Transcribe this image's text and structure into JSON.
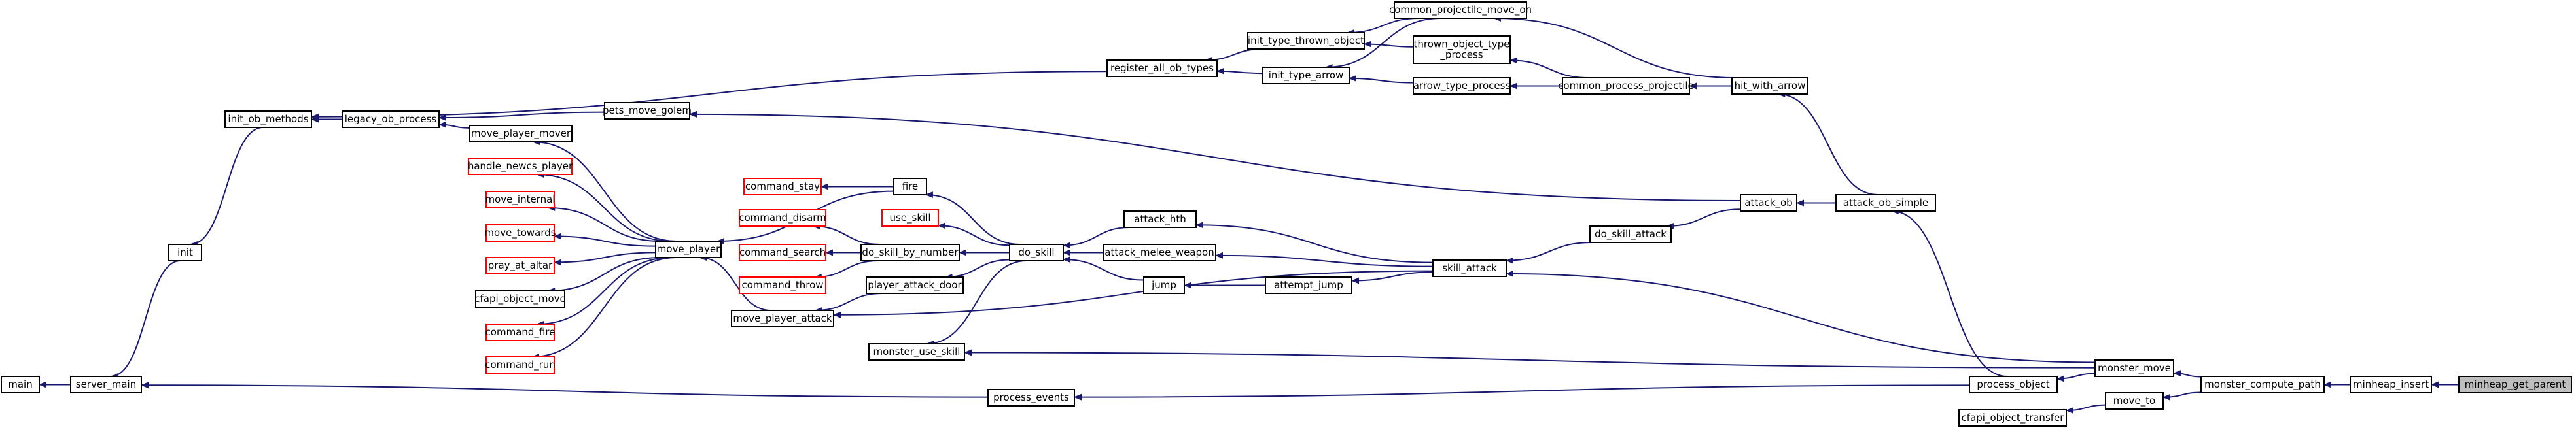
{
  "graph": {
    "colors": {
      "edge": "#191970",
      "box_border": "#000000",
      "external_border": "#ff0000",
      "focus_fill": "#bfbfbf"
    },
    "nodes": [
      {
        "id": "main",
        "label": "main"
      },
      {
        "id": "server_main",
        "label": "server_main"
      },
      {
        "id": "init",
        "label": "init"
      },
      {
        "id": "init_ob_methods",
        "label": "init_ob_methods"
      },
      {
        "id": "legacy_ob_process",
        "label": "legacy_ob_process"
      },
      {
        "id": "register_all_ob_types",
        "label": "register_all_ob_types"
      },
      {
        "id": "init_type_thrown_object",
        "label": "init_type_thrown_object"
      },
      {
        "id": "init_type_arrow",
        "label": "init_type_arrow"
      },
      {
        "id": "common_projectile_move_on",
        "label": "common_projectile_move_on"
      },
      {
        "id": "thrown_object_type_process",
        "label": [
          "thrown_object_type",
          "_process"
        ]
      },
      {
        "id": "arrow_type_process",
        "label": "arrow_type_process"
      },
      {
        "id": "common_process_projectile",
        "label": "common_process_projectile"
      },
      {
        "id": "hit_with_arrow",
        "label": "hit_with_arrow"
      },
      {
        "id": "pets_move_golem",
        "label": "pets_move_golem"
      },
      {
        "id": "move_player_mover",
        "label": "move_player_mover"
      },
      {
        "id": "handle_newcs_player",
        "label": "handle_newcs_player",
        "external": true
      },
      {
        "id": "move_internal",
        "label": "move_internal",
        "external": true
      },
      {
        "id": "move_towards",
        "label": "move_towards",
        "external": true
      },
      {
        "id": "pray_at_altar",
        "label": "pray_at_altar",
        "external": true
      },
      {
        "id": "cfapi_object_move",
        "label": "cfapi_object_move"
      },
      {
        "id": "command_fire",
        "label": "command_fire",
        "external": true
      },
      {
        "id": "command_run",
        "label": "command_run",
        "external": true
      },
      {
        "id": "move_player",
        "label": "move_player"
      },
      {
        "id": "move_player_attack",
        "label": "move_player_attack"
      },
      {
        "id": "command_stay",
        "label": "command_stay",
        "external": true
      },
      {
        "id": "fire",
        "label": "fire"
      },
      {
        "id": "command_disarm",
        "label": "command_disarm",
        "external": true
      },
      {
        "id": "use_skill",
        "label": "use_skill",
        "external": true
      },
      {
        "id": "command_search",
        "label": "command_search",
        "external": true
      },
      {
        "id": "do_skill_by_number",
        "label": "do_skill_by_number"
      },
      {
        "id": "command_throw",
        "label": "command_throw",
        "external": true
      },
      {
        "id": "player_attack_door",
        "label": "player_attack_door"
      },
      {
        "id": "do_skill",
        "label": "do_skill"
      },
      {
        "id": "monster_use_skill",
        "label": "monster_use_skill"
      },
      {
        "id": "attack_hth",
        "label": "attack_hth"
      },
      {
        "id": "attack_melee_weapon",
        "label": "attack_melee_weapon"
      },
      {
        "id": "jump",
        "label": "jump"
      },
      {
        "id": "attempt_jump",
        "label": "attempt_jump"
      },
      {
        "id": "skill_attack",
        "label": "skill_attack"
      },
      {
        "id": "do_skill_attack",
        "label": "do_skill_attack"
      },
      {
        "id": "attack_ob",
        "label": "attack_ob"
      },
      {
        "id": "attack_ob_simple",
        "label": "attack_ob_simple"
      },
      {
        "id": "process_events",
        "label": "process_events"
      },
      {
        "id": "process_object",
        "label": "process_object"
      },
      {
        "id": "monster_move",
        "label": "monster_move"
      },
      {
        "id": "move_to",
        "label": "move_to"
      },
      {
        "id": "cfapi_object_transfer",
        "label": "cfapi_object_transfer"
      },
      {
        "id": "monster_compute_path",
        "label": "monster_compute_path"
      },
      {
        "id": "minheap_insert",
        "label": "minheap_insert"
      },
      {
        "id": "minheap_get_parent",
        "label": "minheap_get_parent",
        "focus": true
      }
    ]
  }
}
